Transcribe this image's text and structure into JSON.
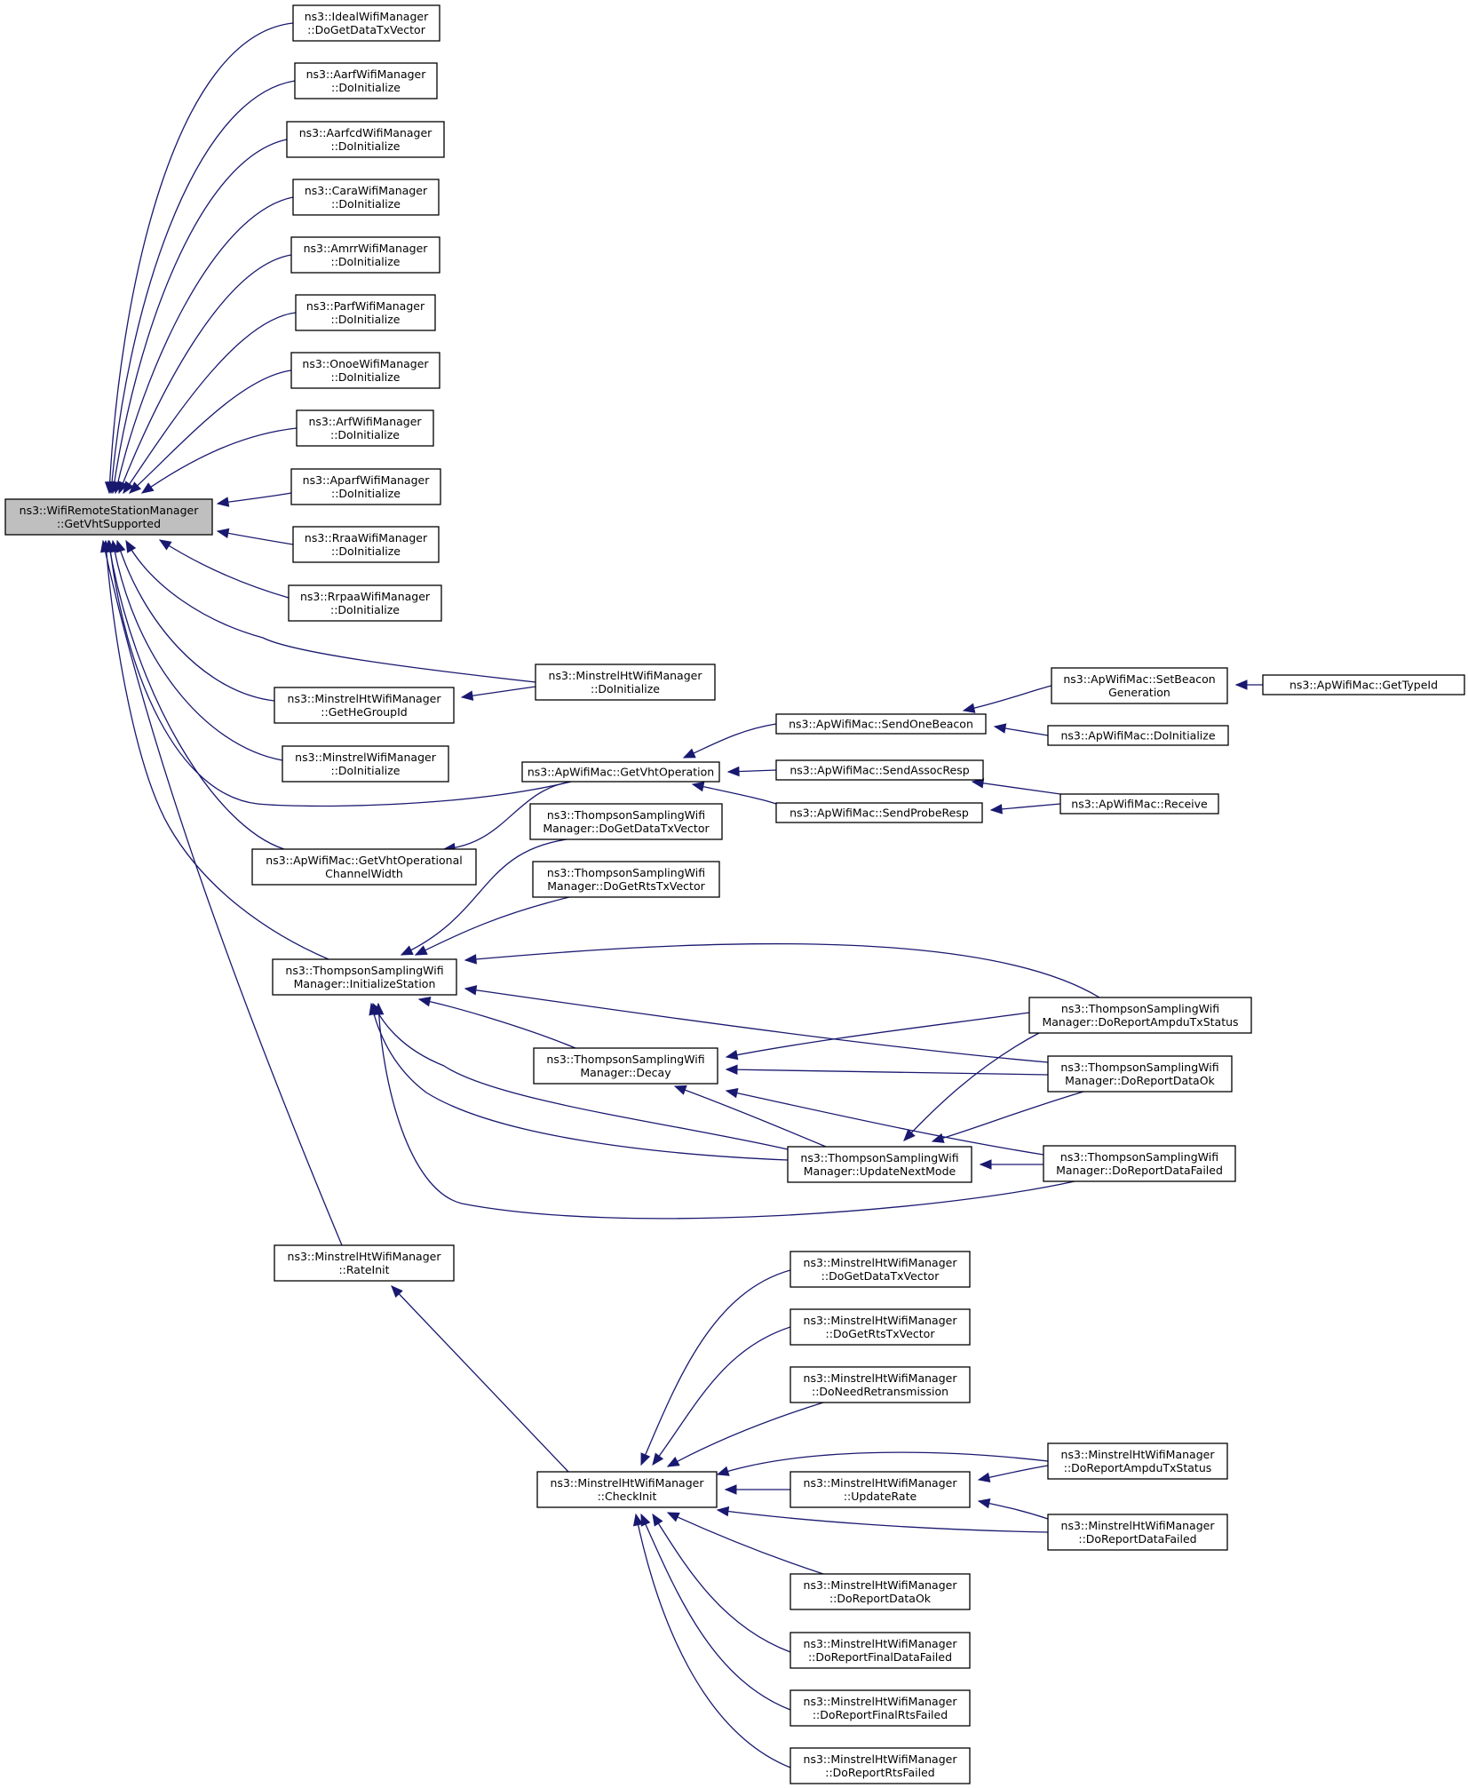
{
  "graph": {
    "nodes": [
      {
        "id": "n0",
        "root": true,
        "lines": [
          "ns3::WifiRemoteStationManager",
          "::GetVhtSupported"
        ]
      },
      {
        "id": "n1",
        "lines": [
          "ns3::IdealWifiManager",
          "::DoGetDataTxVector"
        ]
      },
      {
        "id": "n2",
        "lines": [
          "ns3::AarfWifiManager",
          "::DoInitialize"
        ]
      },
      {
        "id": "n3",
        "lines": [
          "ns3::AarfcdWifiManager",
          "::DoInitialize"
        ]
      },
      {
        "id": "n4",
        "lines": [
          "ns3::CaraWifiManager",
          "::DoInitialize"
        ]
      },
      {
        "id": "n5",
        "lines": [
          "ns3::AmrrWifiManager",
          "::DoInitialize"
        ]
      },
      {
        "id": "n6",
        "lines": [
          "ns3::ParfWifiManager",
          "::DoInitialize"
        ]
      },
      {
        "id": "n7",
        "lines": [
          "ns3::OnoeWifiManager",
          "::DoInitialize"
        ]
      },
      {
        "id": "n8",
        "lines": [
          "ns3::ArfWifiManager",
          "::DoInitialize"
        ]
      },
      {
        "id": "n9",
        "lines": [
          "ns3::AparfWifiManager",
          "::DoInitialize"
        ]
      },
      {
        "id": "n10",
        "lines": [
          "ns3::RraaWifiManager",
          "::DoInitialize"
        ]
      },
      {
        "id": "n11",
        "lines": [
          "ns3::RrpaaWifiManager",
          "::DoInitialize"
        ]
      },
      {
        "id": "n12",
        "lines": [
          "ns3::MinstrelHtWifiManager",
          "::DoInitialize"
        ]
      },
      {
        "id": "n13",
        "lines": [
          "ns3::MinstrelHtWifiManager",
          "::GetHeGroupId"
        ]
      },
      {
        "id": "n14",
        "lines": [
          "ns3::MinstrelWifiManager",
          "::DoInitialize"
        ]
      },
      {
        "id": "n15",
        "lines": [
          "ns3::ApWifiMac::GetVhtOperation"
        ]
      },
      {
        "id": "n16",
        "lines": [
          "ns3::ApWifiMac::GetVhtOperational",
          "ChannelWidth"
        ]
      },
      {
        "id": "n17",
        "lines": [
          "ns3::ApWifiMac::SendOneBeacon"
        ]
      },
      {
        "id": "n18",
        "lines": [
          "ns3::ApWifiMac::SendAssocResp"
        ]
      },
      {
        "id": "n19",
        "lines": [
          "ns3::ApWifiMac::SendProbeResp"
        ]
      },
      {
        "id": "n20",
        "lines": [
          "ns3::ApWifiMac::SetBeacon",
          "Generation"
        ]
      },
      {
        "id": "n21",
        "lines": [
          "ns3::ApWifiMac::DoInitialize"
        ]
      },
      {
        "id": "n22",
        "lines": [
          "ns3::ApWifiMac::Receive"
        ]
      },
      {
        "id": "n23",
        "lines": [
          "ns3::ApWifiMac::GetTypeId"
        ]
      },
      {
        "id": "n24",
        "lines": [
          "ns3::ThompsonSamplingWifi",
          "Manager::InitializeStation"
        ]
      },
      {
        "id": "n25",
        "lines": [
          "ns3::ThompsonSamplingWifi",
          "Manager::DoGetDataTxVector"
        ]
      },
      {
        "id": "n26",
        "lines": [
          "ns3::ThompsonSamplingWifi",
          "Manager::DoGetRtsTxVector"
        ]
      },
      {
        "id": "n27",
        "lines": [
          "ns3::ThompsonSamplingWifi",
          "Manager::Decay"
        ]
      },
      {
        "id": "n28",
        "lines": [
          "ns3::ThompsonSamplingWifi",
          "Manager::UpdateNextMode"
        ]
      },
      {
        "id": "n29",
        "lines": [
          "ns3::ThompsonSamplingWifi",
          "Manager::DoReportAmpduTxStatus"
        ]
      },
      {
        "id": "n30",
        "lines": [
          "ns3::ThompsonSamplingWifi",
          "Manager::DoReportDataOk"
        ]
      },
      {
        "id": "n31",
        "lines": [
          "ns3::ThompsonSamplingWifi",
          "Manager::DoReportDataFailed"
        ]
      },
      {
        "id": "n32",
        "lines": [
          "ns3::MinstrelHtWifiManager",
          "::RateInit"
        ]
      },
      {
        "id": "n33",
        "lines": [
          "ns3::MinstrelHtWifiManager",
          "::CheckInit"
        ]
      },
      {
        "id": "n34",
        "lines": [
          "ns3::MinstrelHtWifiManager",
          "::DoGetDataTxVector"
        ]
      },
      {
        "id": "n35",
        "lines": [
          "ns3::MinstrelHtWifiManager",
          "::DoGetRtsTxVector"
        ]
      },
      {
        "id": "n36",
        "lines": [
          "ns3::MinstrelHtWifiManager",
          "::DoNeedRetransmission"
        ]
      },
      {
        "id": "n37",
        "lines": [
          "ns3::MinstrelHtWifiManager",
          "::UpdateRate"
        ]
      },
      {
        "id": "n38",
        "lines": [
          "ns3::MinstrelHtWifiManager",
          "::DoReportAmpduTxStatus"
        ]
      },
      {
        "id": "n39",
        "lines": [
          "ns3::MinstrelHtWifiManager",
          "::DoReportDataFailed"
        ]
      },
      {
        "id": "n40",
        "lines": [
          "ns3::MinstrelHtWifiManager",
          "::DoReportDataOk"
        ]
      },
      {
        "id": "n41",
        "lines": [
          "ns3::MinstrelHtWifiManager",
          "::DoReportFinalDataFailed"
        ]
      },
      {
        "id": "n42",
        "lines": [
          "ns3::MinstrelHtWifiManager",
          "::DoReportFinalRtsFailed"
        ]
      },
      {
        "id": "n43",
        "lines": [
          "ns3::MinstrelHtWifiManager",
          "::DoReportRtsFailed"
        ]
      }
    ],
    "edges": [
      {
        "from": "n1",
        "to": "n0"
      },
      {
        "from": "n2",
        "to": "n0"
      },
      {
        "from": "n3",
        "to": "n0"
      },
      {
        "from": "n4",
        "to": "n0"
      },
      {
        "from": "n5",
        "to": "n0"
      },
      {
        "from": "n6",
        "to": "n0"
      },
      {
        "from": "n7",
        "to": "n0"
      },
      {
        "from": "n8",
        "to": "n0"
      },
      {
        "from": "n9",
        "to": "n0"
      },
      {
        "from": "n10",
        "to": "n0"
      },
      {
        "from": "n11",
        "to": "n0"
      },
      {
        "from": "n12",
        "to": "n0"
      },
      {
        "from": "n13",
        "to": "n0"
      },
      {
        "from": "n14",
        "to": "n0"
      },
      {
        "from": "n15",
        "to": "n0"
      },
      {
        "from": "n16",
        "to": "n0"
      },
      {
        "from": "n24",
        "to": "n0"
      },
      {
        "from": "n32",
        "to": "n0"
      },
      {
        "from": "n12",
        "to": "n13"
      },
      {
        "from": "n15",
        "to": "n16"
      },
      {
        "from": "n17",
        "to": "n15"
      },
      {
        "from": "n18",
        "to": "n15"
      },
      {
        "from": "n19",
        "to": "n15"
      },
      {
        "from": "n20",
        "to": "n17"
      },
      {
        "from": "n21",
        "to": "n17"
      },
      {
        "from": "n23",
        "to": "n20"
      },
      {
        "from": "n22",
        "to": "n18"
      },
      {
        "from": "n22",
        "to": "n19"
      },
      {
        "from": "n25",
        "to": "n24"
      },
      {
        "from": "n26",
        "to": "n24"
      },
      {
        "from": "n27",
        "to": "n24"
      },
      {
        "from": "n28",
        "to": "n24"
      },
      {
        "from": "n29",
        "to": "n24"
      },
      {
        "from": "n30",
        "to": "n24"
      },
      {
        "from": "n31",
        "to": "n24"
      },
      {
        "from": "n28",
        "to": "n27"
      },
      {
        "from": "n29",
        "to": "n27"
      },
      {
        "from": "n30",
        "to": "n27"
      },
      {
        "from": "n31",
        "to": "n27"
      },
      {
        "from": "n29",
        "to": "n28"
      },
      {
        "from": "n30",
        "to": "n28"
      },
      {
        "from": "n31",
        "to": "n28"
      },
      {
        "from": "n33",
        "to": "n32"
      },
      {
        "from": "n34",
        "to": "n33"
      },
      {
        "from": "n35",
        "to": "n33"
      },
      {
        "from": "n36",
        "to": "n33"
      },
      {
        "from": "n37",
        "to": "n33"
      },
      {
        "from": "n38",
        "to": "n33"
      },
      {
        "from": "n39",
        "to": "n33"
      },
      {
        "from": "n40",
        "to": "n33"
      },
      {
        "from": "n41",
        "to": "n33"
      },
      {
        "from": "n42",
        "to": "n33"
      },
      {
        "from": "n43",
        "to": "n33"
      },
      {
        "from": "n38",
        "to": "n37"
      },
      {
        "from": "n39",
        "to": "n37"
      }
    ],
    "colors": {
      "edge": "#191970",
      "root_fill": "#bfbfbf",
      "node_fill": "#ffffff",
      "node_stroke": "#000000"
    }
  }
}
